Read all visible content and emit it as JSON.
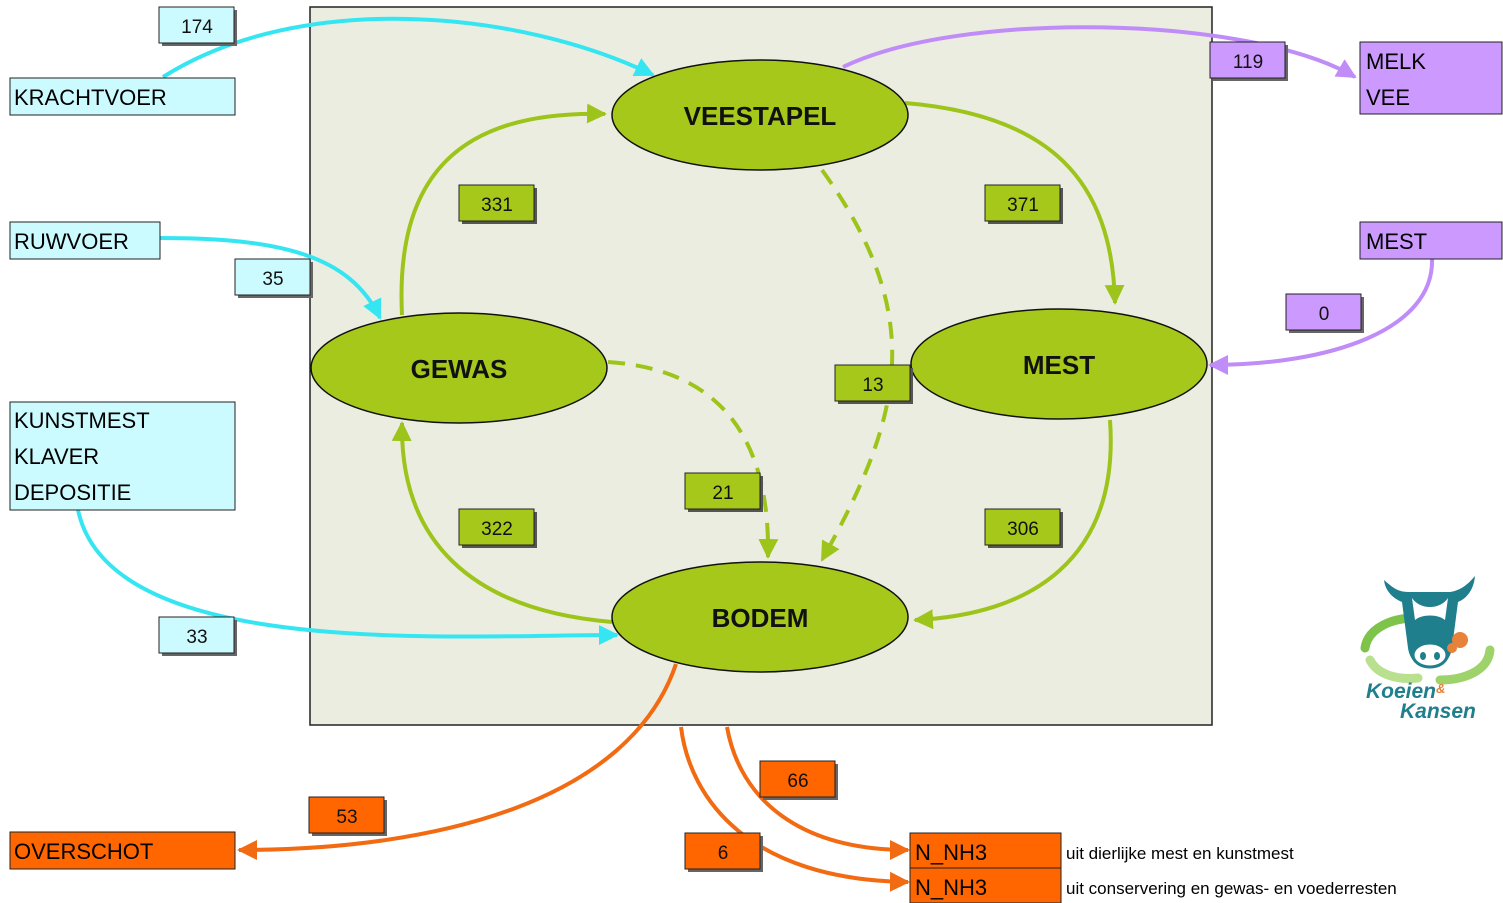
{
  "colors": {
    "panel": "#ecede1",
    "cycle": "#9dc41b",
    "node_fill": "#a6c81a",
    "input": "#35e6f2",
    "input_fill": "#ccfbff",
    "output_purple": "#c08cf7",
    "purple_fill": "#cc99ff",
    "loss": "#f26a11",
    "loss_fill": "#ff6600"
  },
  "nodes": {
    "veestapel": "VEESTAPEL",
    "gewas": "GEWAS",
    "mest": "MEST",
    "bodem": "BODEM"
  },
  "inputs": {
    "krachtvoer": "KRACHTVOER",
    "ruwvoer": "RUWVOER",
    "bodem_inputs": [
      "KUNSTMEST",
      "KLAVER",
      "DEPOSITIE"
    ]
  },
  "outputs": {
    "melk_vee": [
      "MELK",
      "VEE"
    ],
    "mest": "MEST",
    "overschot": "OVERSCHOT",
    "n_nh3_1": "N_NH3",
    "n_nh3_2": "N_NH3"
  },
  "captions": {
    "nh3_1": "uit dierlijke mest en kunstmest",
    "nh3_2": "uit  conservering en gewas- en voederresten"
  },
  "flows": {
    "krachtvoer_veestapel": "174",
    "veestapel_melk": "119",
    "ruwvoer_gewas": "35",
    "mest_in": "0",
    "bodem_inputs": "33",
    "gewas_veestapel": "331",
    "veestapel_mest": "371",
    "veestapel_bodem": "13",
    "gewas_bodem": "21",
    "bodem_gewas": "322",
    "mest_bodem": "306",
    "overschot": "53",
    "nh3_1": "66",
    "nh3_2": "6"
  },
  "logo": {
    "line1": "Koeien",
    "amp": "&",
    "line2": "Kansen"
  }
}
